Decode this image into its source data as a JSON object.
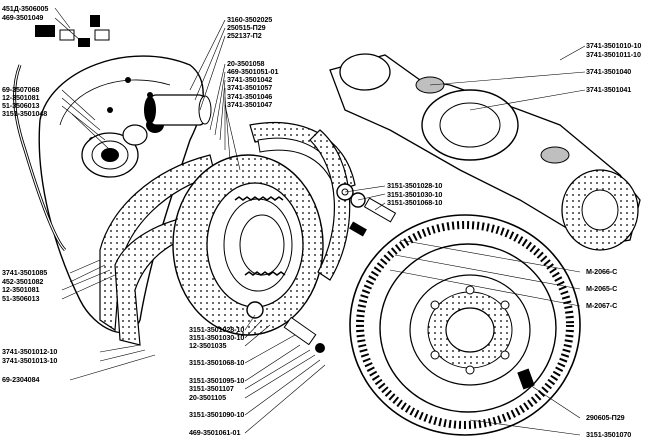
{
  "diagram": {
    "labels_left": [
      "451Д-3506005",
      "469-3501049",
      "69-3507068",
      "12-3501081",
      "51-3506013",
      "3151-3501048",
      "3741-3501085",
      "452-3501082",
      "12-3501081",
      "51-3506013",
      "3741-3501012-10",
      "3741-3501013-10",
      "69-2304084"
    ],
    "labels_top_center": [
      "3160-3502025",
      "250515-П29",
      "252137-П2",
      "20-3501058",
      "469-3501051-01",
      "3741-3501042",
      "3741-3501057",
      "3741-3501046",
      "3741-3501047"
    ],
    "labels_right_top": [
      "3741-3501010-10",
      "3741-3501011-10",
      "3741-3501040",
      "3741-3501041"
    ],
    "labels_right_mid": [
      "3151-3501028-10",
      "3151-3501030-10",
      "3151-3501068-10"
    ],
    "labels_right_low": [
      "М-2066-С",
      "М-2065-С",
      "М-2067-С"
    ],
    "labels_bottom_center": [
      "3151-3501028-10",
      "3151-3501030-10",
      "12-3501035",
      "3151-3501068-10",
      "3151-3501095-10",
      "3151-3501107",
      "20-3501105",
      "3151-3501090-10",
      "469-3501061-01"
    ],
    "labels_bottom_right": [
      "290605-П29",
      "3151-3501070"
    ]
  },
  "colors": {
    "ink": "#000000",
    "paper": "#ffffff",
    "shade": "#bfbfbf"
  }
}
